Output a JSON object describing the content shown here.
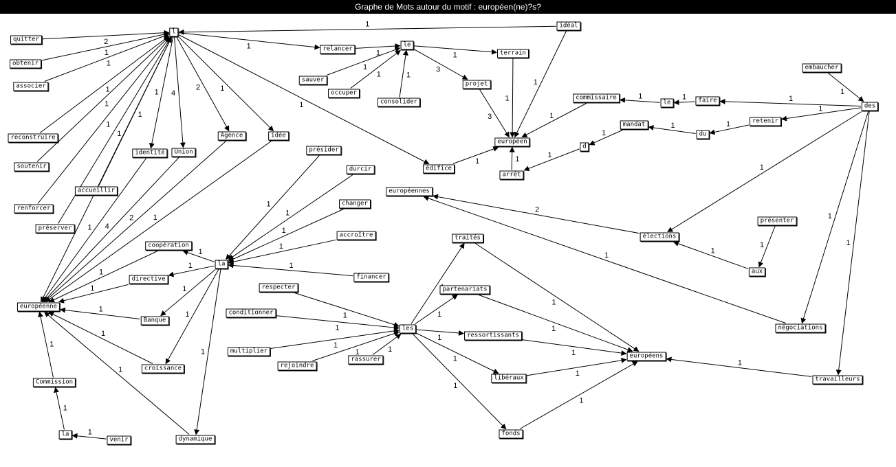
{
  "window": {
    "title": "Graphe de Mots autour du motif : européen(ne)?s?"
  },
  "graph": {
    "nodes": [
      {
        "id": "l",
        "label": "l"
      },
      {
        "id": "ideal",
        "label": "idéal"
      },
      {
        "id": "quitter",
        "label": "quitter"
      },
      {
        "id": "obtenir",
        "label": "obtenir"
      },
      {
        "id": "associer",
        "label": "associer"
      },
      {
        "id": "reconstruire",
        "label": "reconstruire"
      },
      {
        "id": "soutenir",
        "label": "soutenir"
      },
      {
        "id": "renforcer",
        "label": "renforcer"
      },
      {
        "id": "accueillir",
        "label": "accueillir"
      },
      {
        "id": "preserver",
        "label": "préserver"
      },
      {
        "id": "identite",
        "label": "identité"
      },
      {
        "id": "union",
        "label": "Union"
      },
      {
        "id": "agence",
        "label": "Agence"
      },
      {
        "id": "idee",
        "label": "idée"
      },
      {
        "id": "relancer",
        "label": "relancer"
      },
      {
        "id": "le1",
        "label": "le"
      },
      {
        "id": "sauver",
        "label": "sauver"
      },
      {
        "id": "occuper",
        "label": "occuper"
      },
      {
        "id": "consolider",
        "label": "consolider"
      },
      {
        "id": "terrain",
        "label": "terrain"
      },
      {
        "id": "projet",
        "label": "projet"
      },
      {
        "id": "europeen",
        "label": "européen"
      },
      {
        "id": "edifice",
        "label": "édifice"
      },
      {
        "id": "arret",
        "label": "arrêt"
      },
      {
        "id": "d",
        "label": "d"
      },
      {
        "id": "mandat",
        "label": "mandat"
      },
      {
        "id": "du",
        "label": "du"
      },
      {
        "id": "retenir",
        "label": "retenir"
      },
      {
        "id": "commissaire",
        "label": "commissaire"
      },
      {
        "id": "le2",
        "label": "le"
      },
      {
        "id": "faire",
        "label": "faire"
      },
      {
        "id": "des",
        "label": "des"
      },
      {
        "id": "embaucher",
        "label": "embaucher"
      },
      {
        "id": "europeennes",
        "label": "européennes"
      },
      {
        "id": "elections",
        "label": "élections"
      },
      {
        "id": "presenter",
        "label": "présenter"
      },
      {
        "id": "aux",
        "label": "aux"
      },
      {
        "id": "presider",
        "label": "présider"
      },
      {
        "id": "durcir",
        "label": "durcir"
      },
      {
        "id": "changer",
        "label": "changer"
      },
      {
        "id": "accroitre",
        "label": "accroître"
      },
      {
        "id": "financer",
        "label": "financer"
      },
      {
        "id": "la1",
        "label": "la"
      },
      {
        "id": "cooperation",
        "label": "coopération"
      },
      {
        "id": "directive",
        "label": "directive"
      },
      {
        "id": "banque",
        "label": "Banque"
      },
      {
        "id": "croissance",
        "label": "croissance"
      },
      {
        "id": "dynamique",
        "label": "dynamique"
      },
      {
        "id": "europeenne",
        "label": "européenne"
      },
      {
        "id": "commission",
        "label": "Commission"
      },
      {
        "id": "la2",
        "label": "la"
      },
      {
        "id": "venir",
        "label": "venir"
      },
      {
        "id": "respecter",
        "label": "respecter"
      },
      {
        "id": "conditionner",
        "label": "conditionner"
      },
      {
        "id": "multiplier",
        "label": "multiplier"
      },
      {
        "id": "rejoindre",
        "label": "rejoindre"
      },
      {
        "id": "rassurer",
        "label": "rassurer"
      },
      {
        "id": "les",
        "label": "les"
      },
      {
        "id": "traites",
        "label": "traités"
      },
      {
        "id": "partenariats",
        "label": "partenariats"
      },
      {
        "id": "ressortissants",
        "label": "ressortissants"
      },
      {
        "id": "liberaux",
        "label": "libéraux"
      },
      {
        "id": "fonds",
        "label": "fonds"
      },
      {
        "id": "europeens",
        "label": "européens"
      },
      {
        "id": "travailleurs",
        "label": "travailleurs"
      },
      {
        "id": "negociations",
        "label": "négociations"
      }
    ],
    "edges": [
      {
        "from": "ideal",
        "to": "l",
        "weight": "1"
      },
      {
        "from": "quitter",
        "to": "l",
        "weight": "2"
      },
      {
        "from": "obtenir",
        "to": "l",
        "weight": "1"
      },
      {
        "from": "associer",
        "to": "l",
        "weight": "1"
      },
      {
        "from": "reconstruire",
        "to": "l",
        "weight": "1"
      },
      {
        "from": "soutenir",
        "to": "l",
        "weight": "1"
      },
      {
        "from": "renforcer",
        "to": "l",
        "weight": "1"
      },
      {
        "from": "accueillir",
        "to": "l",
        "weight": "1"
      },
      {
        "from": "preserver",
        "to": "l",
        "weight": "1"
      },
      {
        "from": "l",
        "to": "identite",
        "weight": "1"
      },
      {
        "from": "l",
        "to": "union",
        "weight": "4"
      },
      {
        "from": "l",
        "to": "agence",
        "weight": "2"
      },
      {
        "from": "l",
        "to": "idee",
        "weight": "1"
      },
      {
        "from": "l",
        "to": "relancer",
        "weight": "1"
      },
      {
        "from": "l",
        "to": "edifice",
        "weight": "1"
      },
      {
        "from": "l",
        "to": "europeenne",
        "weight": ""
      },
      {
        "from": "identite",
        "to": "europeenne",
        "weight": "1"
      },
      {
        "from": "union",
        "to": "europeenne",
        "weight": "4"
      },
      {
        "from": "agence",
        "to": "europeenne",
        "weight": "2"
      },
      {
        "from": "idee",
        "to": "europeenne",
        "weight": "1"
      },
      {
        "from": "relancer",
        "to": "le1",
        "weight": "1"
      },
      {
        "from": "sauver",
        "to": "le1",
        "weight": "1"
      },
      {
        "from": "occuper",
        "to": "le1",
        "weight": "1"
      },
      {
        "from": "consolider",
        "to": "le1",
        "weight": "1"
      },
      {
        "from": "le1",
        "to": "terrain",
        "weight": "1"
      },
      {
        "from": "le1",
        "to": "projet",
        "weight": "3"
      },
      {
        "from": "terrain",
        "to": "europeen",
        "weight": "1"
      },
      {
        "from": "projet",
        "to": "europeen",
        "weight": "3"
      },
      {
        "from": "ideal",
        "to": "europeen",
        "weight": "1"
      },
      {
        "from": "edifice",
        "to": "europeen",
        "weight": "1"
      },
      {
        "from": "arret",
        "to": "europeen",
        "weight": "1"
      },
      {
        "from": "commissaire",
        "to": "europeen",
        "weight": "1"
      },
      {
        "from": "d",
        "to": "arret",
        "weight": "1"
      },
      {
        "from": "mandat",
        "to": "d",
        "weight": "1"
      },
      {
        "from": "du",
        "to": "mandat",
        "weight": "1"
      },
      {
        "from": "retenir",
        "to": "du",
        "weight": "1"
      },
      {
        "from": "le2",
        "to": "commissaire",
        "weight": "1"
      },
      {
        "from": "faire",
        "to": "le2",
        "weight": "1"
      },
      {
        "from": "des",
        "to": "faire",
        "weight": "1"
      },
      {
        "from": "des",
        "to": "retenir",
        "weight": "1"
      },
      {
        "from": "embaucher",
        "to": "des",
        "weight": "1"
      },
      {
        "from": "des",
        "to": "elections",
        "weight": "1"
      },
      {
        "from": "des",
        "to": "negociations",
        "weight": "1"
      },
      {
        "from": "des",
        "to": "travailleurs",
        "weight": "1"
      },
      {
        "from": "elections",
        "to": "europeennes",
        "weight": "2"
      },
      {
        "from": "negociations",
        "to": "europeennes",
        "weight": "1"
      },
      {
        "from": "aux",
        "to": "elections",
        "weight": "1"
      },
      {
        "from": "presenter",
        "to": "aux",
        "weight": "1"
      },
      {
        "from": "presider",
        "to": "la1",
        "weight": "1"
      },
      {
        "from": "durcir",
        "to": "la1",
        "weight": "1"
      },
      {
        "from": "changer",
        "to": "la1",
        "weight": "1"
      },
      {
        "from": "accroitre",
        "to": "la1",
        "weight": "1"
      },
      {
        "from": "financer",
        "to": "la1",
        "weight": "1"
      },
      {
        "from": "la1",
        "to": "cooperation",
        "weight": "1"
      },
      {
        "from": "la1",
        "to": "directive",
        "weight": "1"
      },
      {
        "from": "la1",
        "to": "banque",
        "weight": "1"
      },
      {
        "from": "la1",
        "to": "croissance",
        "weight": "1"
      },
      {
        "from": "la1",
        "to": "dynamique",
        "weight": "1"
      },
      {
        "from": "cooperation",
        "to": "europeenne",
        "weight": "1"
      },
      {
        "from": "directive",
        "to": "europeenne",
        "weight": "1"
      },
      {
        "from": "banque",
        "to": "europeenne",
        "weight": "1"
      },
      {
        "from": "croissance",
        "to": "europeenne",
        "weight": "1"
      },
      {
        "from": "dynamique",
        "to": "europeenne",
        "weight": "1"
      },
      {
        "from": "commission",
        "to": "europeenne",
        "weight": "1"
      },
      {
        "from": "la2",
        "to": "commission",
        "weight": "1"
      },
      {
        "from": "venir",
        "to": "la2",
        "weight": "1"
      },
      {
        "from": "respecter",
        "to": "les",
        "weight": "1"
      },
      {
        "from": "conditionner",
        "to": "les",
        "weight": "1"
      },
      {
        "from": "multiplier",
        "to": "les",
        "weight": "1"
      },
      {
        "from": "rejoindre",
        "to": "les",
        "weight": "1"
      },
      {
        "from": "rassurer",
        "to": "les",
        "weight": "1"
      },
      {
        "from": "les",
        "to": "traites",
        "weight": "1"
      },
      {
        "from": "les",
        "to": "partenariats",
        "weight": "1"
      },
      {
        "from": "les",
        "to": "ressortissants",
        "weight": "1"
      },
      {
        "from": "les",
        "to": "liberaux",
        "weight": "1"
      },
      {
        "from": "les",
        "to": "fonds",
        "weight": "1"
      },
      {
        "from": "traites",
        "to": "europeens",
        "weight": "1"
      },
      {
        "from": "partenariats",
        "to": "europeens",
        "weight": "1"
      },
      {
        "from": "ressortissants",
        "to": "europeens",
        "weight": "1"
      },
      {
        "from": "liberaux",
        "to": "europeens",
        "weight": "1"
      },
      {
        "from": "fonds",
        "to": "europeens",
        "weight": "1"
      },
      {
        "from": "travailleurs",
        "to": "europeens",
        "weight": "1"
      }
    ]
  }
}
